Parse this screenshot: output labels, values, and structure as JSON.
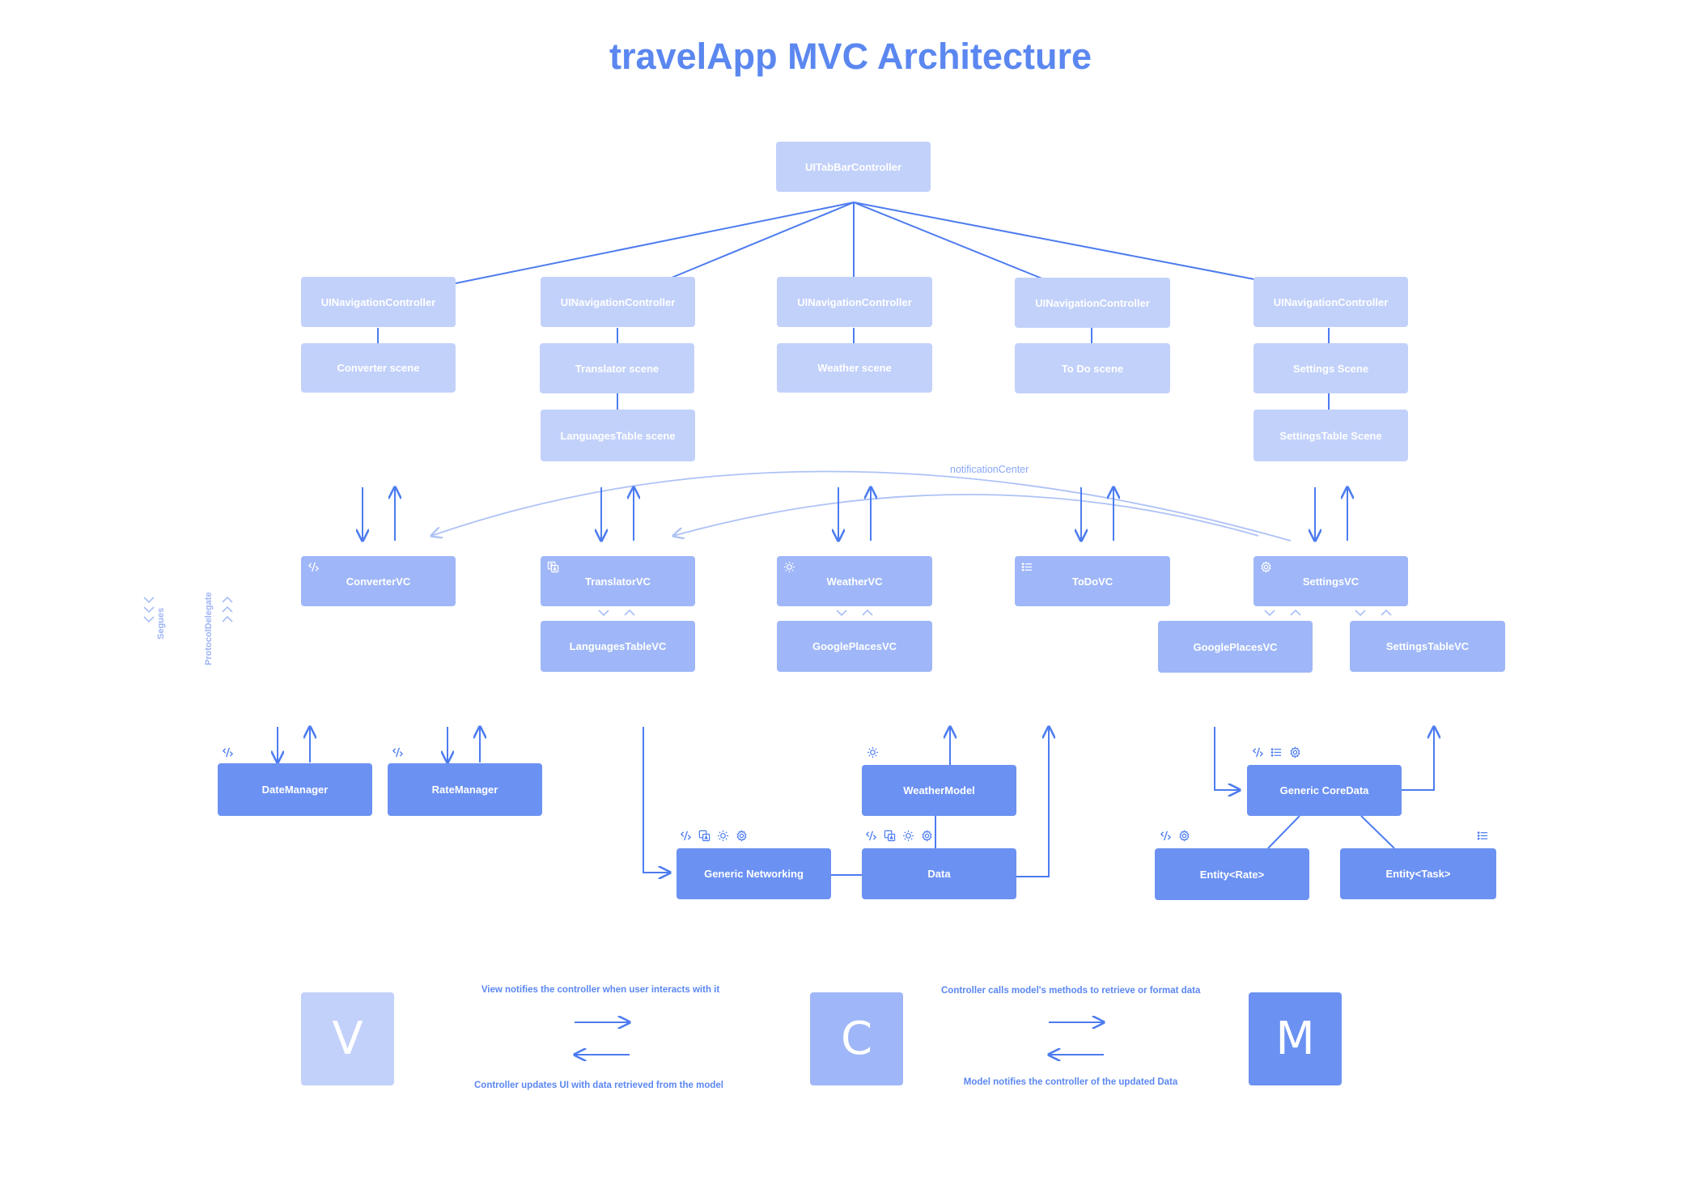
{
  "title": "travelApp MVC Architecture",
  "colors": {
    "view": "#c2d1fa",
    "controller": "#9fb7f8",
    "model": "#6b91f2",
    "line": "#4d7cf0",
    "light_line": "#bccdf7",
    "text": "#5b87f0"
  },
  "root": "UITabBarController",
  "tabs": [
    {
      "nav": "UINavigationController",
      "scenes": [
        "Converter scene"
      ]
    },
    {
      "nav": "UINavigationController",
      "scenes": [
        "Translator scene",
        "LanguagesTable scene"
      ]
    },
    {
      "nav": "UINavigationController",
      "scenes": [
        "Weather scene"
      ]
    },
    {
      "nav": "UINavigationController",
      "scenes": [
        "To Do scene"
      ]
    },
    {
      "nav": "UINavigationController",
      "scenes": [
        "Settings Scene",
        "SettingsTable Scene"
      ]
    }
  ],
  "notification_label": "notificationCenter",
  "controllers": {
    "converter": {
      "label": "ConverterVC",
      "icon": "code-icon"
    },
    "translator": {
      "label": "TranslatorVC",
      "icon": "translate-icon"
    },
    "weather": {
      "label": "WeatherVC",
      "icon": "sun-icon"
    },
    "todo": {
      "label": "ToDoVC",
      "icon": "list-icon"
    },
    "settings": {
      "label": "SettingsVC",
      "icon": "gear-icon"
    }
  },
  "child_controllers": {
    "languages_table": "LanguagesTableVC",
    "google_places_weather": "GooglePlacesVC",
    "google_places_settings": "GooglePlacesVC",
    "settings_table": "SettingsTableVC"
  },
  "side_legend": {
    "segues": "Segues",
    "protocol_delegate": "ProtocolDelegate"
  },
  "models": {
    "date_manager": "DateManager",
    "rate_manager": "RateManager",
    "weather_model": "WeatherModel",
    "generic_networking": "Generic Networking",
    "data": "Data",
    "generic_coredata": "Generic CoreData",
    "entity_rate": "Entity<Rate>",
    "entity_task": "Entity<Task>"
  },
  "legend": {
    "v": "V",
    "c": "C",
    "m": "M",
    "view_notifies": "View notifies the controller when user interacts with it",
    "controller_updates": "Controller updates UI with data retrieved from the model",
    "controller_calls": "Controller calls model's methods to retrieve or format data",
    "model_notifies": "Model notifies the controller of the updated Data"
  }
}
